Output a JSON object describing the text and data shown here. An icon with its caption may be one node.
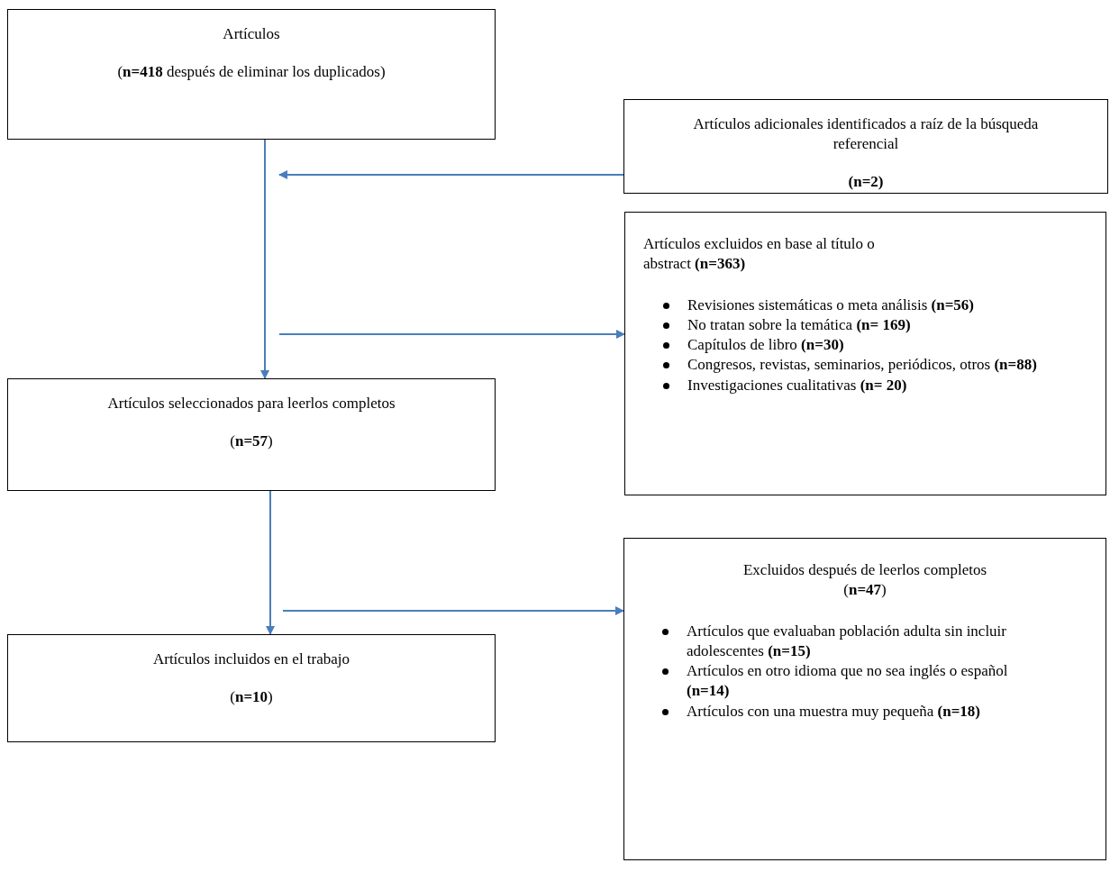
{
  "diagram": {
    "nodes": [
      {
        "text": [
          "Artículos",
          "(**n=418** después de eliminar los duplicados)"
        ]
      },
      {
        "text": [
          "Artículos adicionales identificados a raíz de la búsqueda referencial",
          "(n=2)"
        ]
      },
      {
        "text": [
          "Artículos excluidos en base al título o abstract **(n=363)**",
          "Revisiones sistemáticas o meta análisis **(n=56)**",
          "No tratan sobre la temática **(n= 169)**",
          "Capítulos de libro **(n=30)**",
          "Congresos, revistas, seminarios, periódicos, otros **(n=88)**",
          "Investigaciones cualitativas **(n= 20)**"
        ]
      },
      {
        "text": [
          "Artículos seleccionados para leerlos completos",
          "(**n=57**)"
        ]
      },
      {
        "text": [
          "Excluidos después de leerlos completos",
          "(**n=47**)",
          "Artículos que evaluaban población adulta sin incluir adolescentes **(n=15)**",
          "Artículos en otro idioma que no sea inglés o español **(n=14)**",
          "Artículos con una muestra muy pequeña **(n=18)**"
        ]
      },
      {
        "text": [
          "Artículos incluidos en el trabajo",
          "(**n=10**)"
        ]
      }
    ],
    "edges": [
      {
        "from": 0,
        "to": 3,
        "arrow": "to"
      },
      {
        "from": 1,
        "to": null,
        "arrow": "to"
      },
      {
        "from": null,
        "to": 2,
        "arrow": "to"
      },
      {
        "from": 3,
        "to": 5,
        "arrow": "to"
      },
      {
        "from": null,
        "to": 4,
        "arrow": "to"
      }
    ]
  }
}
